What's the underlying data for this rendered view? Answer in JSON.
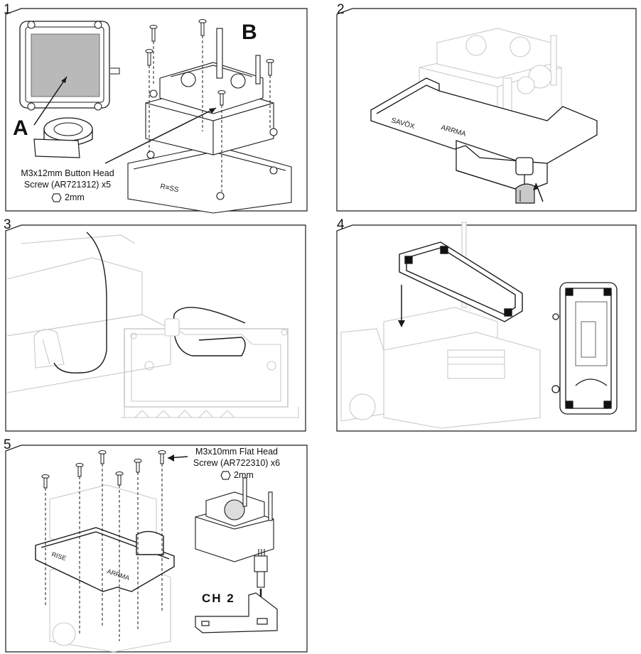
{
  "steps": [
    {
      "number": "1",
      "letters": [
        "A",
        "B"
      ],
      "callout_line1": "M3x12mm Button Head",
      "callout_line2": "Screw (AR721312) x5",
      "tool": "2mm"
    },
    {
      "number": "2"
    },
    {
      "number": "3"
    },
    {
      "number": "4"
    },
    {
      "number": "5",
      "callout_line1": "M3x10mm Flat Head",
      "callout_line2": "Screw (AR722310) x6",
      "tool": "2mm",
      "channel_label": "CH 2"
    }
  ],
  "colors": {
    "line": "#1a1a1a",
    "ghost": "#c9c9c9",
    "pad": "#b9b9b9",
    "accent_dark": "#111111"
  }
}
